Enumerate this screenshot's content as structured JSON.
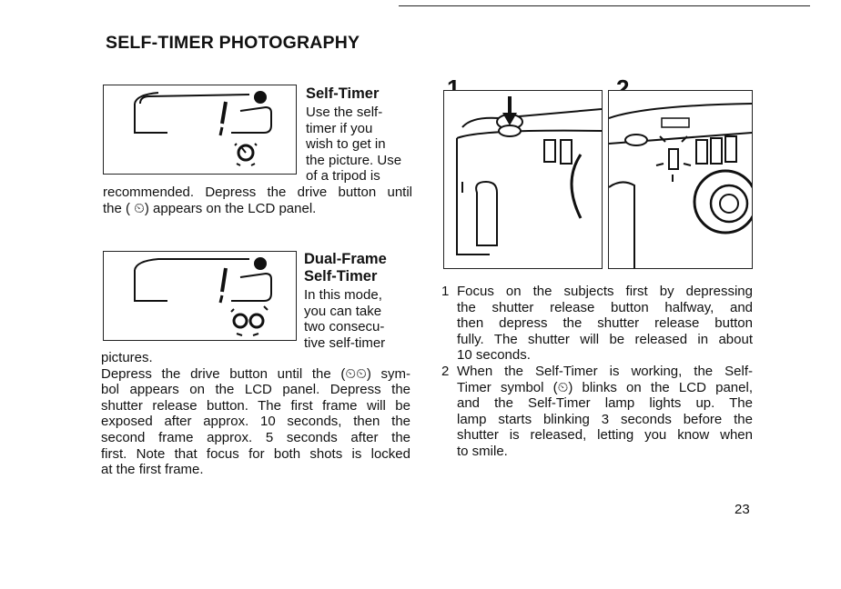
{
  "page": {
    "title": "SELF-TIMER PHOTOGRAPHY",
    "page_number": "23"
  },
  "self_timer": {
    "heading": "Self-Timer",
    "lines": [
      "Use the self-",
      "timer if you",
      "wish to get in",
      "the picture. Use",
      "of a tripod is"
    ],
    "full_lines": [
      "recommended. Depress the drive button until",
      "the ( ⏲) appears on the LCD panel."
    ]
  },
  "dual_frame": {
    "heading_1": "Dual-Frame",
    "heading_2": "Self-Timer",
    "lines": [
      "In this mode,",
      "you can take",
      "two consecu-",
      "tive self-timer"
    ],
    "full_lines": [
      "pictures.",
      "Depress the drive button until the (⏲⏲) sym-",
      "bol appears on the LCD panel. Depress the",
      "shutter release button. The first frame will be",
      "exposed after approx. 10 seconds, then the",
      "second frame approx. 5 seconds after the",
      "first. Note that focus for both shots is locked",
      "at the first frame."
    ]
  },
  "steps": {
    "labels": [
      "1",
      "2"
    ],
    "items": [
      {
        "num": "1",
        "lines": [
          "Focus on the subjects first by depressing",
          "the shutter release button halfway, and",
          "then depress the shutter release button",
          "fully. The shutter will be released in about",
          "10 seconds."
        ]
      },
      {
        "num": "2",
        "lines": [
          "When the Self-Timer is working, the Self-",
          "Timer symbol (⏲) blinks on the LCD panel,",
          "and the Self-Timer lamp lights up. The",
          "lamp starts blinking 3 seconds before the",
          "shutter is released, letting you know when",
          "to smile."
        ]
      }
    ]
  }
}
